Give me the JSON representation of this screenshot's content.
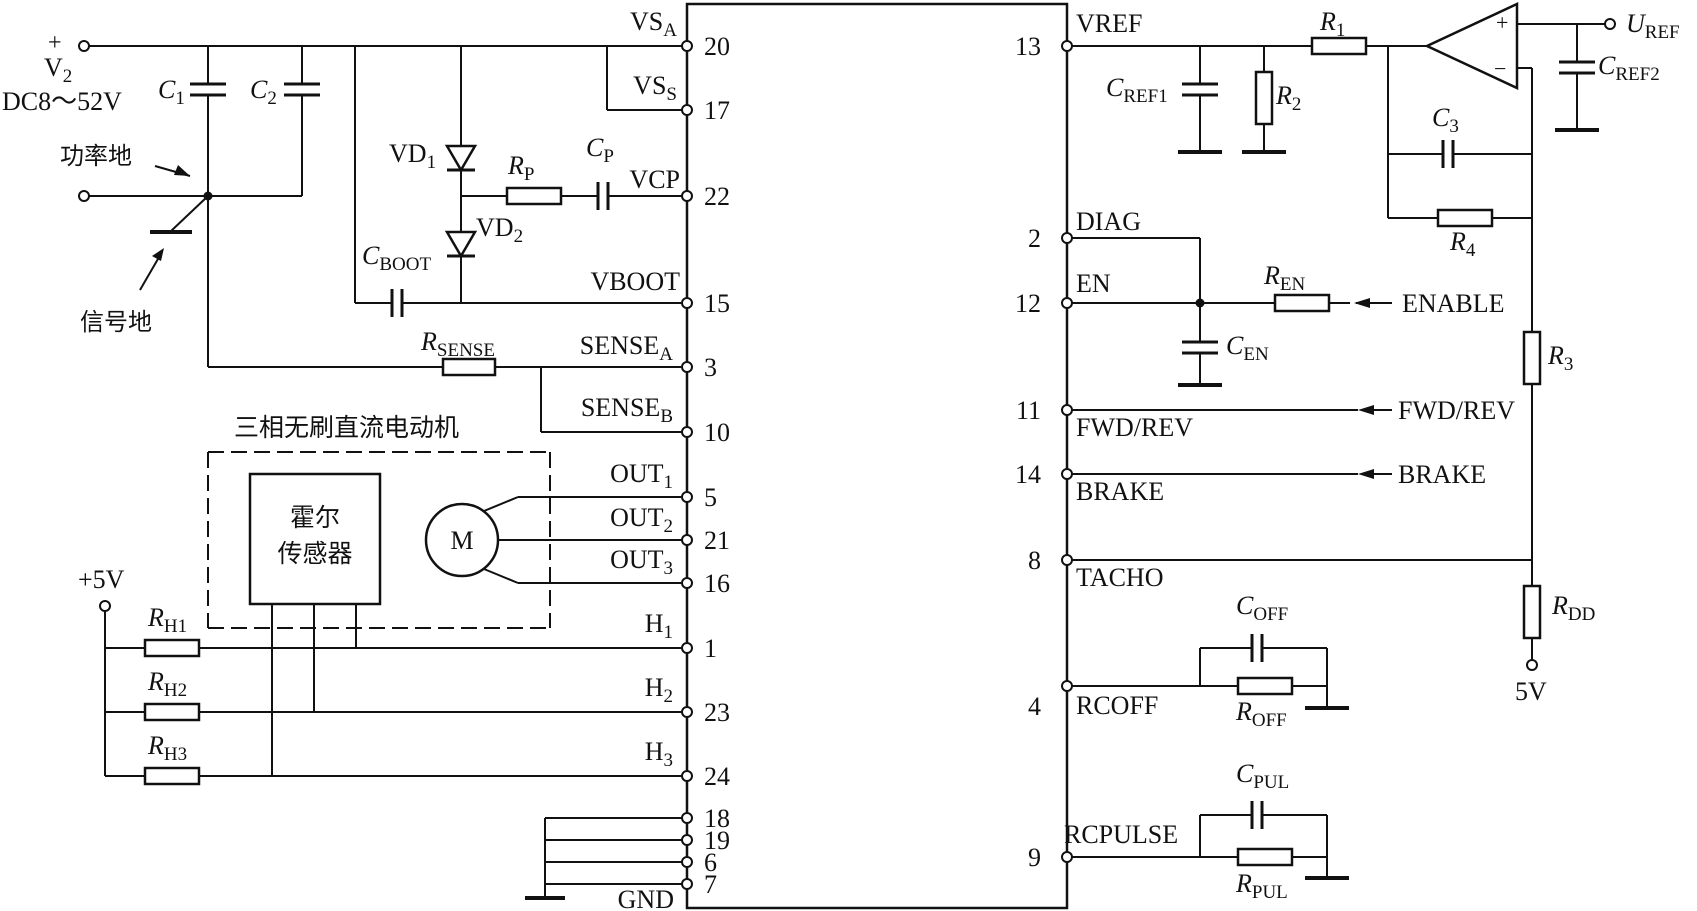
{
  "supply": {
    "plus": "+",
    "v_name": "V",
    "v_sub": "2",
    "range": "DC8～52V"
  },
  "power_ground": "功率地",
  "signal_ground": "信号地",
  "motor_title": "三相无刷直流电动机",
  "hall_label": [
    "霍尔",
    "传感器"
  ],
  "motor_symbol": "M",
  "plus5v": "+5V",
  "vdd_5v": "5V",
  "left_pins": [
    {
      "num": "20",
      "name": "VS",
      "sub": "A"
    },
    {
      "num": "17",
      "name": "VS",
      "sub": "S"
    },
    {
      "num": "22",
      "name": "VCP",
      "sub": ""
    },
    {
      "num": "15",
      "name": "VBOOT",
      "sub": ""
    },
    {
      "num": "3",
      "name": "SENSE",
      "sub": "A"
    },
    {
      "num": "10",
      "name": "SENSE",
      "sub": "B"
    },
    {
      "num": "5",
      "name": "OUT",
      "sub": "1"
    },
    {
      "num": "21",
      "name": "OUT",
      "sub": "2"
    },
    {
      "num": "16",
      "name": "OUT",
      "sub": "3"
    },
    {
      "num": "1",
      "name": "H",
      "sub": "1"
    },
    {
      "num": "23",
      "name": "H",
      "sub": "2"
    },
    {
      "num": "24",
      "name": "H",
      "sub": "3"
    },
    {
      "num": "18",
      "name": "",
      "sub": ""
    },
    {
      "num": "19",
      "name": "",
      "sub": ""
    },
    {
      "num": "6",
      "name": "",
      "sub": ""
    },
    {
      "num": "7",
      "name": "GND",
      "sub": ""
    }
  ],
  "right_pins": [
    {
      "num": "13",
      "name": "VREF"
    },
    {
      "num": "2",
      "name": "DIAG"
    },
    {
      "num": "12",
      "name": "EN"
    },
    {
      "num": "11",
      "name": "FWD/REV"
    },
    {
      "num": "14",
      "name": "BRAKE"
    },
    {
      "num": "8",
      "name": "TACHO"
    },
    {
      "num": "4",
      "name": "RCOFF"
    },
    {
      "num": "9",
      "name": "RCPULSE"
    }
  ],
  "external_signals": {
    "enable": "ENABLE",
    "fwd_rev": "FWD/REV",
    "brake": "BRAKE"
  },
  "components": {
    "C1": {
      "name": "C",
      "sub": "1"
    },
    "C2": {
      "name": "C",
      "sub": "2"
    },
    "VD1": {
      "name": "VD",
      "sub": "1"
    },
    "VD2": {
      "name": "VD",
      "sub": "2"
    },
    "RP": {
      "name": "R",
      "sub": "P"
    },
    "CP": {
      "name": "C",
      "sub": "P"
    },
    "CBOOT": {
      "name": "C",
      "sub": "BOOT"
    },
    "RSENSE": {
      "name": "R",
      "sub": "SENSE"
    },
    "RH1": {
      "name": "R",
      "sub": "H1"
    },
    "RH2": {
      "name": "R",
      "sub": "H2"
    },
    "RH3": {
      "name": "R",
      "sub": "H3"
    },
    "R1": {
      "name": "R",
      "sub": "1"
    },
    "R2": {
      "name": "R",
      "sub": "2"
    },
    "R3": {
      "name": "R",
      "sub": "3"
    },
    "R4": {
      "name": "R",
      "sub": "4"
    },
    "C3": {
      "name": "C",
      "sub": "3"
    },
    "CREF1": {
      "name": "C",
      "sub": "REF1"
    },
    "CREF2": {
      "name": "C",
      "sub": "REF2"
    },
    "REN": {
      "name": "R",
      "sub": "EN"
    },
    "CEN": {
      "name": "C",
      "sub": "EN"
    },
    "RDD": {
      "name": "R",
      "sub": "DD"
    },
    "COFF": {
      "name": "C",
      "sub": "OFF"
    },
    "ROFF": {
      "name": "R",
      "sub": "OFF"
    },
    "CPUL": {
      "name": "C",
      "sub": "PUL"
    },
    "RPUL": {
      "name": "R",
      "sub": "PUL"
    }
  },
  "uref": {
    "name": "U",
    "sub": "REF"
  },
  "opamp": {
    "plus": "+",
    "minus": "−"
  }
}
